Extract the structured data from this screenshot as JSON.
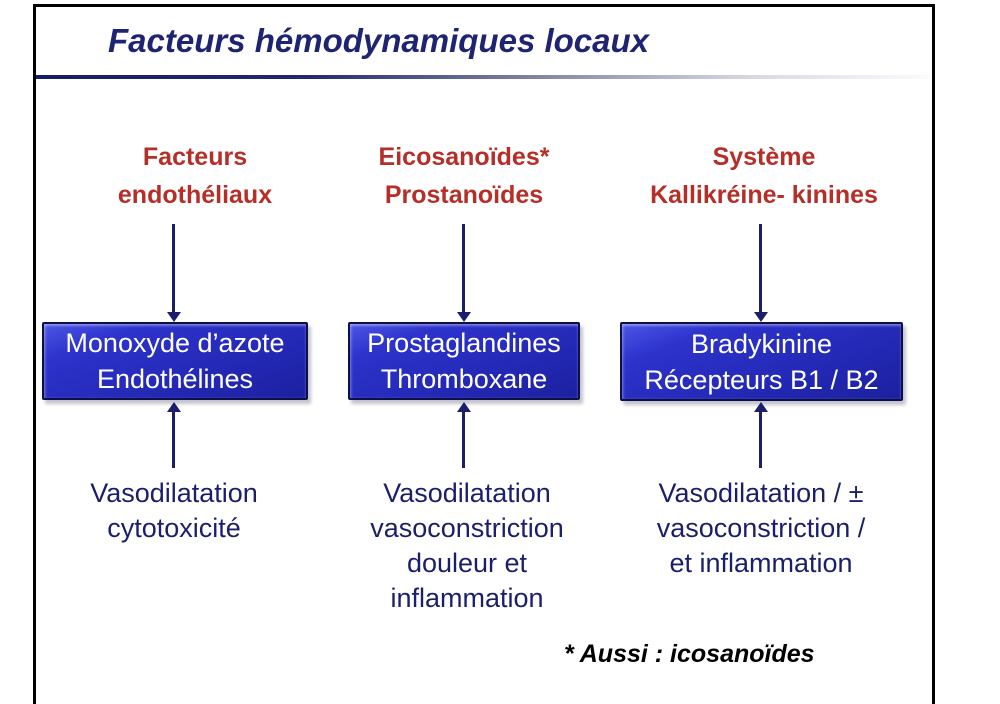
{
  "slide": {
    "title": "Facteurs hémodynamiques locaux",
    "footnote": "* Aussi : icosanoïdes",
    "colors": {
      "title_navy": "#1f2472",
      "body_navy": "#1b1f6b",
      "header_red": "#b52e28",
      "box_blue": "#262cc0",
      "box_text": "#ffffff",
      "frame_black": "#000000"
    },
    "columns": [
      {
        "id": "facteurs-endotheliaux",
        "header_lines": [
          "Facteurs",
          "endothéliaux"
        ],
        "box_lines": [
          "Monoxyde d’azote",
          "Endothélines"
        ],
        "effects_lines": [
          "Vasodilatation",
          "cytotoxicité"
        ]
      },
      {
        "id": "eicosanoides-prostanoides",
        "header_lines": [
          "Eicosanoïdes*",
          "Prostanoïdes"
        ],
        "box_lines": [
          "Prostaglandines",
          "Thromboxane"
        ],
        "effects_lines": [
          "Vasodilatation",
          "vasoconstriction",
          "douleur et",
          "inflammation"
        ]
      },
      {
        "id": "systeme-kallikreine-kinines",
        "header_lines": [
          "Système",
          "Kallikréine- kinines"
        ],
        "box_lines": [
          "Bradykinine",
          "Récepteurs B1 / B2"
        ],
        "effects_lines": [
          "Vasodilatation / ±",
          "vasoconstriction /",
          "et inflammation"
        ]
      }
    ]
  }
}
